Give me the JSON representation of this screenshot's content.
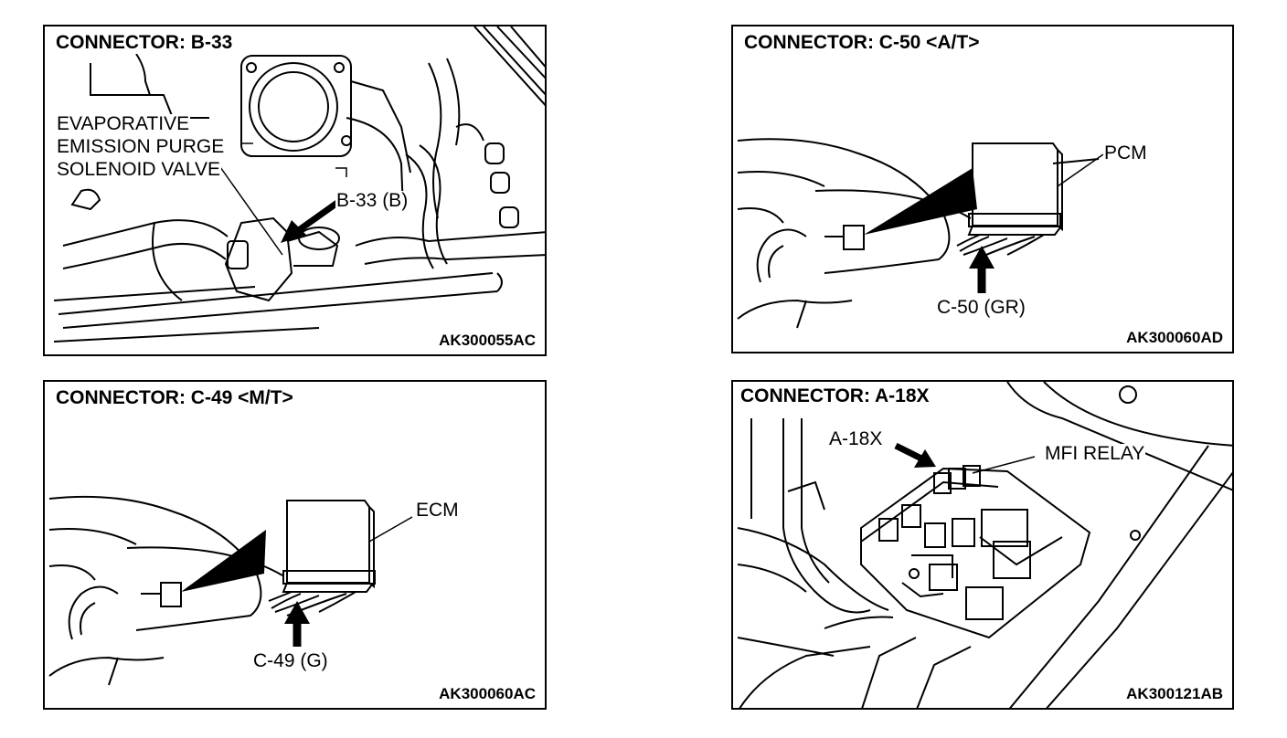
{
  "panels": {
    "b33": {
      "title": "CONNECTOR: B-33",
      "component_lines": [
        "EVAPORATIVE",
        "EMISSION PURGE",
        "SOLENOID VALVE"
      ],
      "connector_label": "B-33 (B)",
      "code": "AK300055AC"
    },
    "c50": {
      "title": "CONNECTOR: C-50 <A/T>",
      "component_label": "PCM",
      "connector_label": "C-50 (GR)",
      "code": "AK300060AD"
    },
    "c49": {
      "title": "CONNECTOR: C-49 <M/T>",
      "component_label": "ECM",
      "connector_label": "C-49 (G)",
      "code": "AK300060AC"
    },
    "a18x": {
      "title": "CONNECTOR: A-18X",
      "connector_label": "A-18X",
      "component_label": "MFI RELAY",
      "code": "AK300121AB"
    }
  }
}
